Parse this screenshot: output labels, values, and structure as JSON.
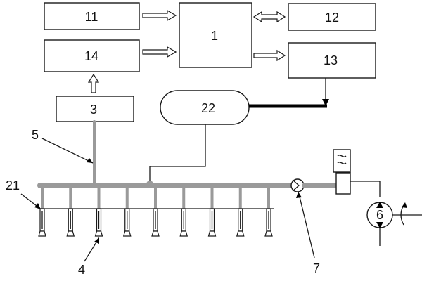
{
  "labels": {
    "box_11": "11",
    "box_12": "12",
    "box_13": "13",
    "box_14": "14",
    "box_1": "1",
    "box_3": "3",
    "tank_22": "22",
    "pump_6": "6",
    "callout_5": "5",
    "callout_21": "21",
    "callout_4": "4",
    "callout_7": "7"
  },
  "components": {
    "injector_count": 9
  },
  "colors": {
    "stroke": "#1a1a1a",
    "pipe": "#9a9a9a",
    "background": "#ffffff"
  }
}
